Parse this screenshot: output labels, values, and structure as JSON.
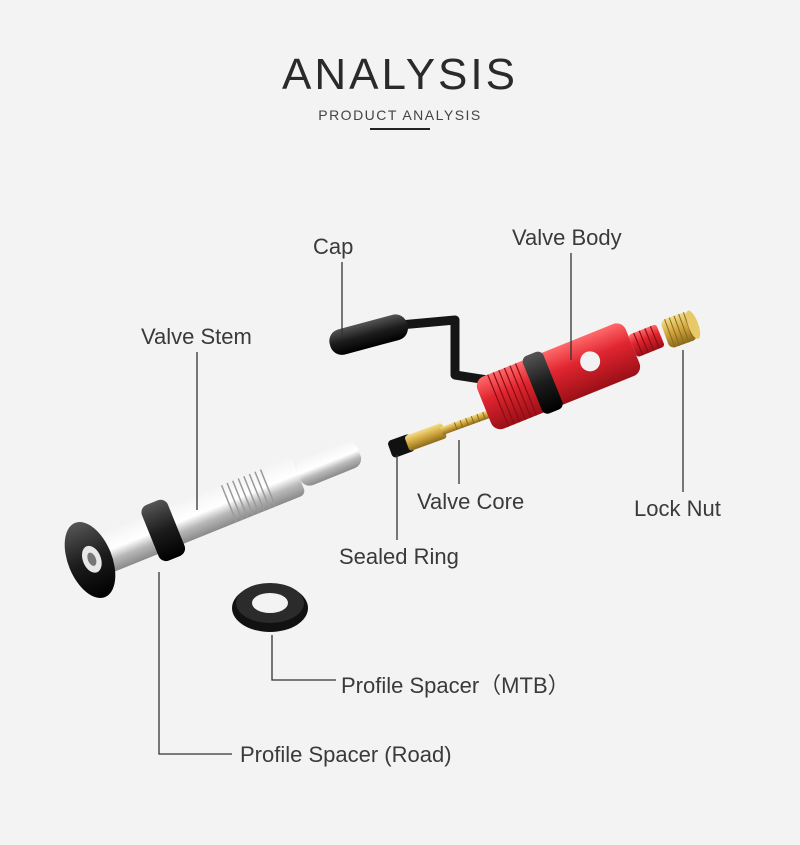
{
  "header": {
    "title": "ANALYSIS",
    "subtitle": "PRODUCT ANALYSIS"
  },
  "labels": {
    "cap": "Cap",
    "valve_body": "Valve Body",
    "valve_stem": "Valve Stem",
    "valve_core": "Valve Core",
    "lock_nut": "Lock Nut",
    "sealed_ring": "Sealed Ring",
    "profile_spacer_mtb": "Profile Spacer（MTB）",
    "profile_spacer_road": "Profile Spacer (Road)"
  },
  "colors": {
    "background": "#f3f3f3",
    "leader_line": "#333333",
    "valve_body_red": "#d4202a",
    "brass": "#c9a23a",
    "rubber": "#1a1a1a",
    "aluminum": "#c8c8c8"
  }
}
